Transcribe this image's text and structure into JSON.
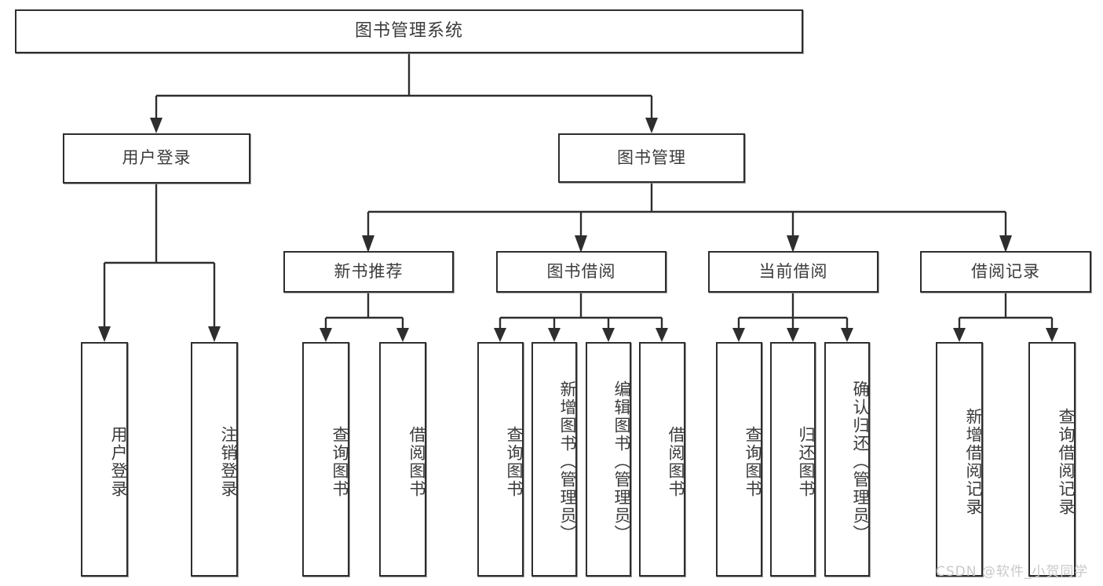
{
  "diagram": {
    "title": "图书管理系统",
    "type": "tree-hierarchy-chart",
    "root": {
      "label": "图书管理系统"
    },
    "level1": [
      {
        "label": "用户登录"
      },
      {
        "label": "图书管理"
      }
    ],
    "level2": [
      {
        "label": "新书推荐"
      },
      {
        "label": "图书借阅"
      },
      {
        "label": "当前借阅"
      },
      {
        "label": "借阅记录"
      }
    ],
    "leaves": {
      "user_login": [
        {
          "label": "用户登录"
        },
        {
          "label": "注销登录"
        }
      ],
      "new_book_recommend": [
        {
          "label": "查询图书"
        },
        {
          "label": "借阅图书"
        }
      ],
      "book_borrow": [
        {
          "label": "查询图书"
        },
        {
          "label": "新增图书（管理员）"
        },
        {
          "label": "编辑图书（管理员）"
        },
        {
          "label": "借阅图书"
        }
      ],
      "current_borrow": [
        {
          "label": "查询图书"
        },
        {
          "label": "归还图书"
        },
        {
          "label": "确认归还（管理员）"
        }
      ],
      "borrow_record": [
        {
          "label": "新增借阅记录"
        },
        {
          "label": "查询借阅记录"
        }
      ]
    }
  },
  "watermark": {
    "text": "CSDN @软件_小贺同学"
  },
  "colors": {
    "stroke": "#2e2e2e",
    "text": "#3b3b3b",
    "background": "#ffffff",
    "watermark": "#c9c9c9"
  }
}
